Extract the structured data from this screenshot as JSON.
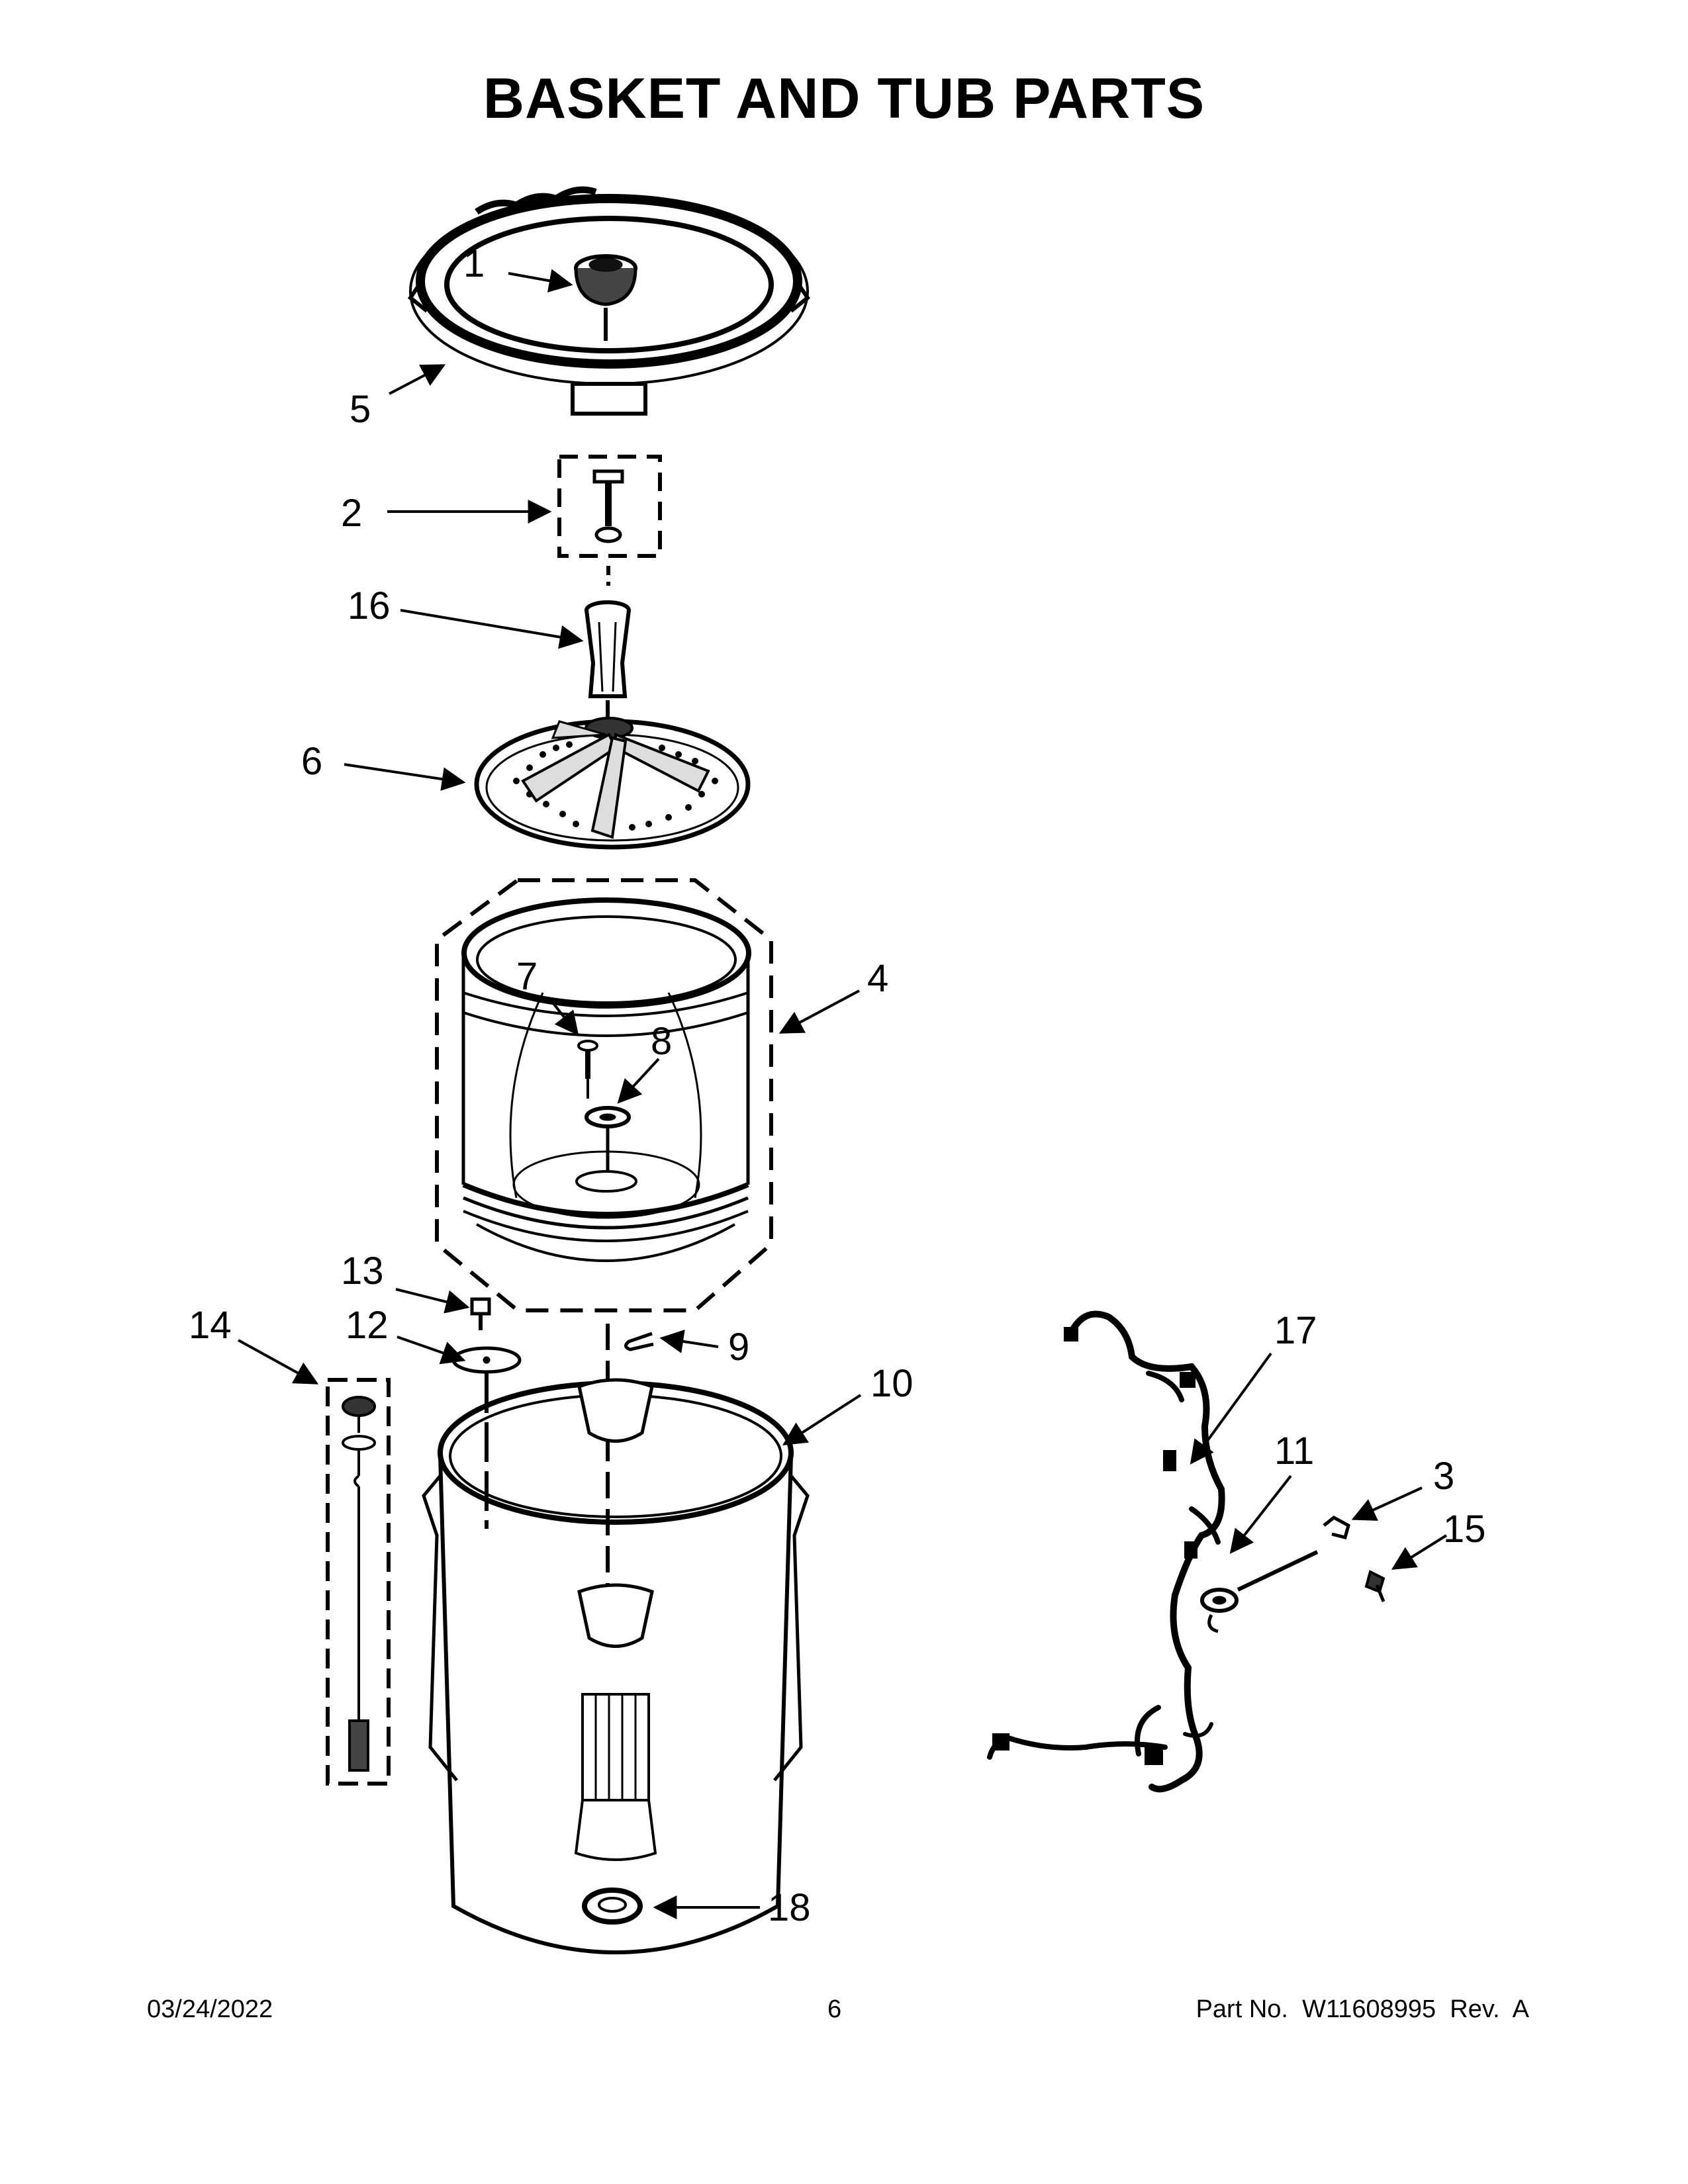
{
  "title": "BASKET AND TUB PARTS",
  "footer": {
    "date": "03/24/2022",
    "page": "6",
    "part_no": "Part No.  W11608995  Rev.  A"
  },
  "callouts": {
    "c1": "1",
    "c2": "2",
    "c3": "3",
    "c4": "4",
    "c5": "5",
    "c6": "6",
    "c7": "7",
    "c8": "8",
    "c9": "9",
    "c10": "10",
    "c11": "11",
    "c12": "12",
    "c13": "13",
    "c14": "14",
    "c15": "15",
    "c16": "16",
    "c17": "17",
    "c18": "18"
  }
}
